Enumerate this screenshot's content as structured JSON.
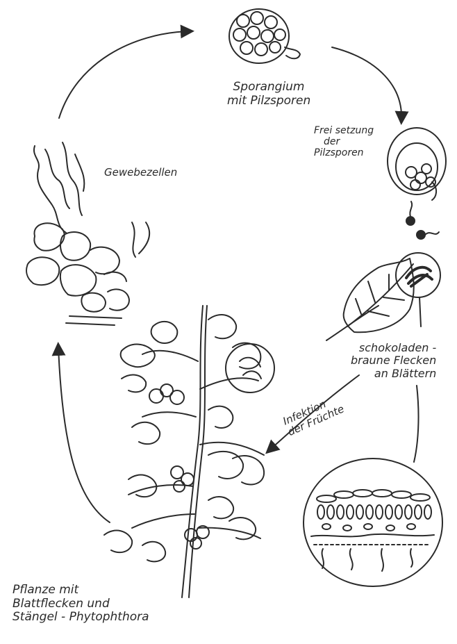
{
  "labels": {
    "sporangium": [
      "Sporangium",
      "mit Pilzsporen"
    ],
    "freisetzung": [
      "Frei setzung",
      "der",
      "Pilzsporen"
    ],
    "gewebezellen": "Gewebezellen",
    "flecken": [
      "schokoladen -",
      "braune Flecken",
      "an Blättern"
    ],
    "infektion": [
      "Infektion",
      "der Früchte"
    ],
    "pflanze": [
      "Pflanze mit",
      "Blattflecken und",
      "Stängel - Phytophthora"
    ]
  },
  "colors": {
    "ink": "#2a2a2a",
    "paper": "#ffffff"
  }
}
